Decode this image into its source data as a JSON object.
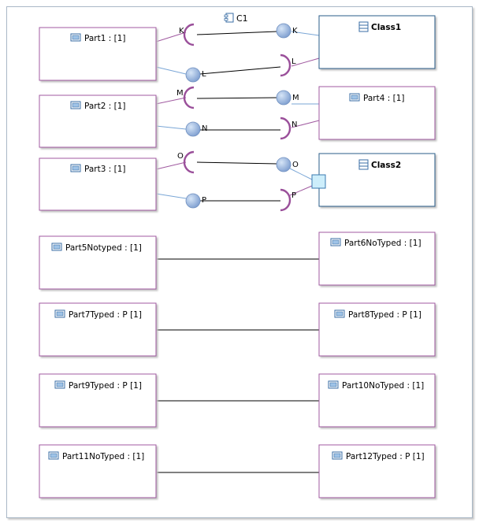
{
  "diagram": {
    "component_title": "C1",
    "colors": {
      "part_border": "#a05aa0",
      "class_border": "#2b5d8a",
      "provided_fill": "#97b6e0",
      "required_stroke": "#9a4f9a",
      "port_fill": "#cdeefb",
      "connector": "#000000",
      "link": "#7aa6d6"
    },
    "parts": {
      "part1": "Part1 :  [1]",
      "part2": "Part2 :  [1]",
      "part3": "Part3 :  [1]",
      "part4": "Part4 :  [1]",
      "part5": "Part5Notyped :  [1]",
      "part6": "Part6NoTyped :  [1]",
      "part7": "Part7Typed : P [1]",
      "part8": "Part8Typed : P [1]",
      "part9": "Part9Typed : P [1]",
      "part10": "Part10NoTyped :  [1]",
      "part11": "Part11NoTyped :  [1]",
      "part12": "Part12Typed : P [1]"
    },
    "classes": {
      "class1": "Class1",
      "class2": "Class2"
    },
    "interfaces": {
      "k": "K",
      "l": "L",
      "m": "M",
      "n": "N",
      "o": "O",
      "p": "P"
    }
  }
}
